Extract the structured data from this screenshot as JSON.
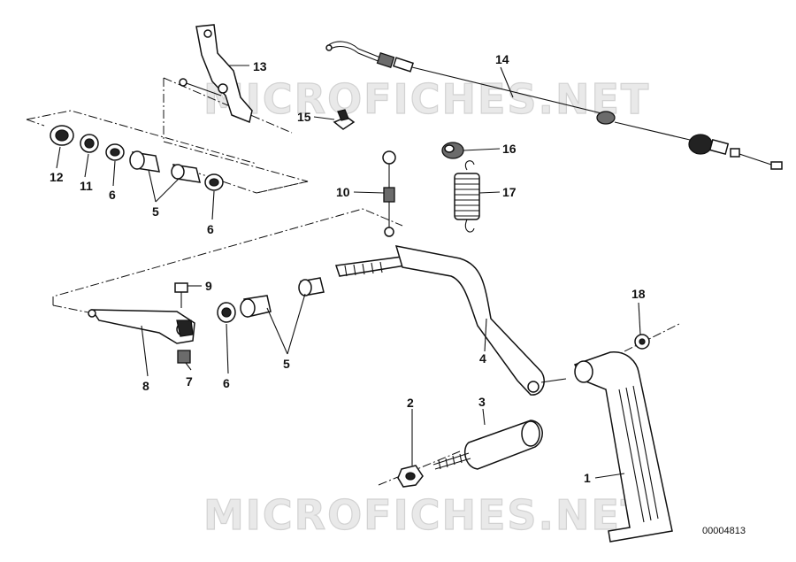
{
  "watermark": "MICROFICHES.NET",
  "document_number": "00004813",
  "callouts": {
    "c1": "1",
    "c2": "2",
    "c3": "3",
    "c4": "4",
    "c5a": "5",
    "c5b": "5",
    "c6a": "6",
    "c6b": "6",
    "c6c": "6",
    "c7": "7",
    "c8": "8",
    "c9": "9",
    "c10": "10",
    "c11": "11",
    "c12": "12",
    "c13": "13",
    "c14": "14",
    "c15": "15",
    "c16": "16",
    "c17": "17",
    "c18": "18"
  },
  "colors": {
    "ink": "#111111",
    "watermark": "#d2d2d2",
    "background": "#ffffff"
  }
}
